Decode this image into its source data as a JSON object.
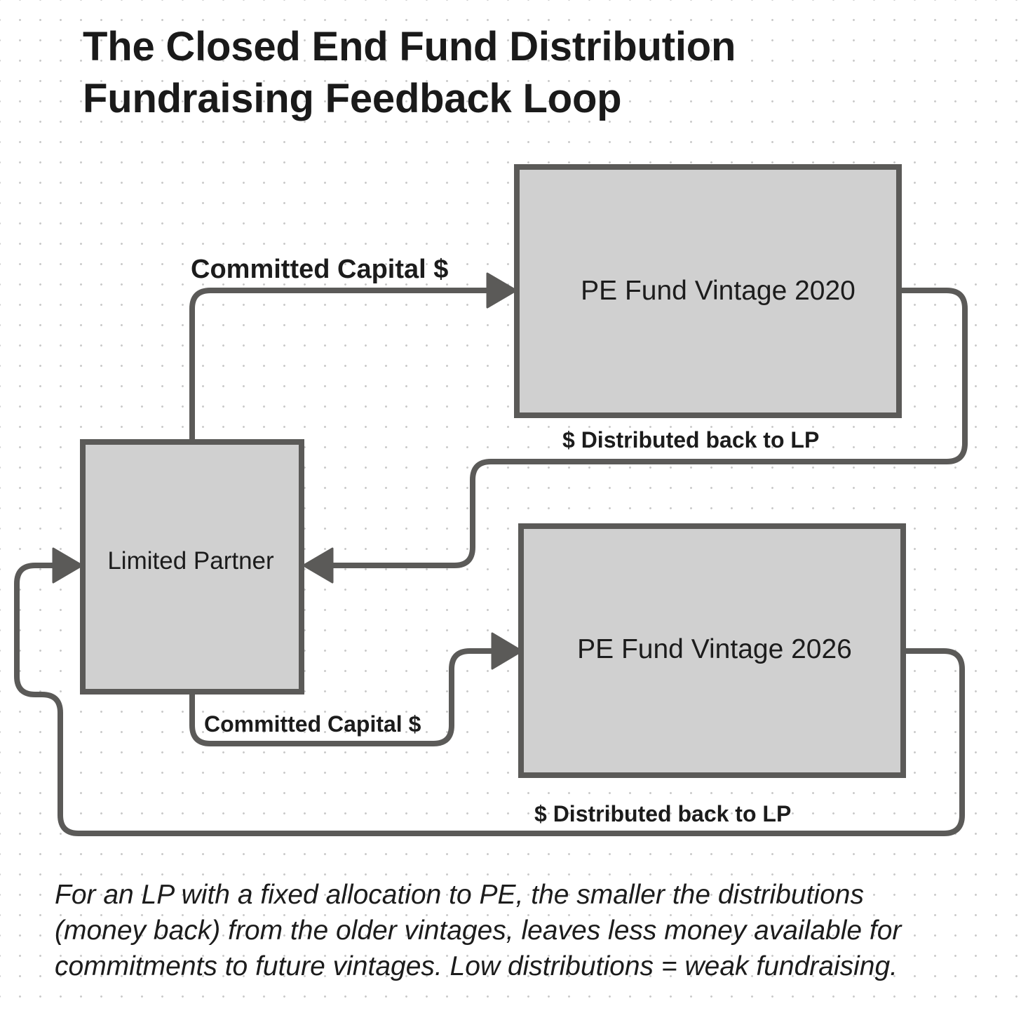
{
  "title": {
    "line1": "The Closed End Fund Distribution",
    "line2": "Fundraising Feedback Loop"
  },
  "nodes": {
    "limited_partner": "Limited Partner",
    "fund_2020": "PE Fund Vintage 2020",
    "fund_2026": "PE Fund Vintage 2026"
  },
  "edges": {
    "committed_top": "Committed Capital $",
    "distributed_top": "$ Distributed back to LP",
    "committed_bottom": "Committed Capital $",
    "distributed_bottom": "$ Distributed back to LP"
  },
  "caption": {
    "line1": "For an LP with a fixed allocation to PE, the smaller the distributions",
    "line2": "(money back) from the older vintages, leaves less money available for",
    "line3": "commitments to future vintages. Low distributions = weak fundraising."
  },
  "colors": {
    "box_fill": "#d0d0d0",
    "stroke": "#5b5a58",
    "text": "#1c1c1c"
  }
}
